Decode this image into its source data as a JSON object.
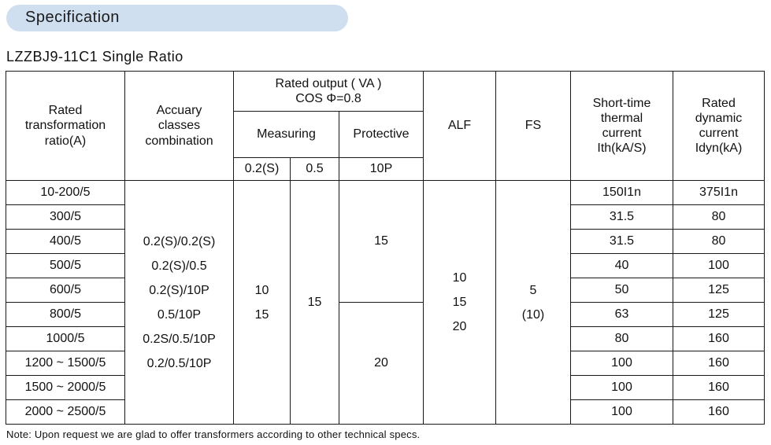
{
  "section_title": "Specification",
  "table_title": "LZZBJ9-11C1 Single Ratio",
  "headers": {
    "ratio": "Rated\ntransformation\nratio(A)",
    "accuracy": "Accuary\nclasses\ncombination",
    "rated_output": "Rated output ( VA )\nCOS Φ=0.8",
    "measuring": "Measuring",
    "protective": "Protective",
    "alf": "ALF",
    "fs": "FS",
    "short_time": "Short-time\nthermal\ncurrent\nIth(kA/S)",
    "dynamic": "Rated\ndynamic\ncurrent\nIdyn(kA)",
    "sub_02s": "0.2(S)",
    "sub_05": "0.5",
    "sub_10p": "10P"
  },
  "ratios": [
    "10-200/5",
    "300/5",
    "400/5",
    "500/5",
    "600/5",
    "800/5",
    "1000/5",
    "1200 ~ 1500/5",
    "1500 ~ 2000/5",
    "2000 ~ 2500/5"
  ],
  "accuracy_combos": [
    "0.2(S)/0.2(S)",
    "0.2(S)/0.5",
    "0.2(S)/10P",
    "0.5/10P",
    "0.2S/0.5/10P",
    "0.2/0.5/10P"
  ],
  "measuring_02s": [
    "10",
    "15"
  ],
  "measuring_05": "15",
  "protective_upper": "15",
  "protective_lower": "20",
  "alf_values": [
    "10",
    "15",
    "20"
  ],
  "fs_values": [
    "5",
    "(10)"
  ],
  "ith": [
    "150I1n",
    "31.5",
    "31.5",
    "40",
    "50",
    "63",
    "80",
    "100",
    "100",
    "100"
  ],
  "idyn": [
    "375I1n",
    "80",
    "80",
    "100",
    "125",
    "125",
    "160",
    "160",
    "160",
    "160"
  ],
  "note": "Note: Upon request we are glad to offer transformers according to other technical specs."
}
